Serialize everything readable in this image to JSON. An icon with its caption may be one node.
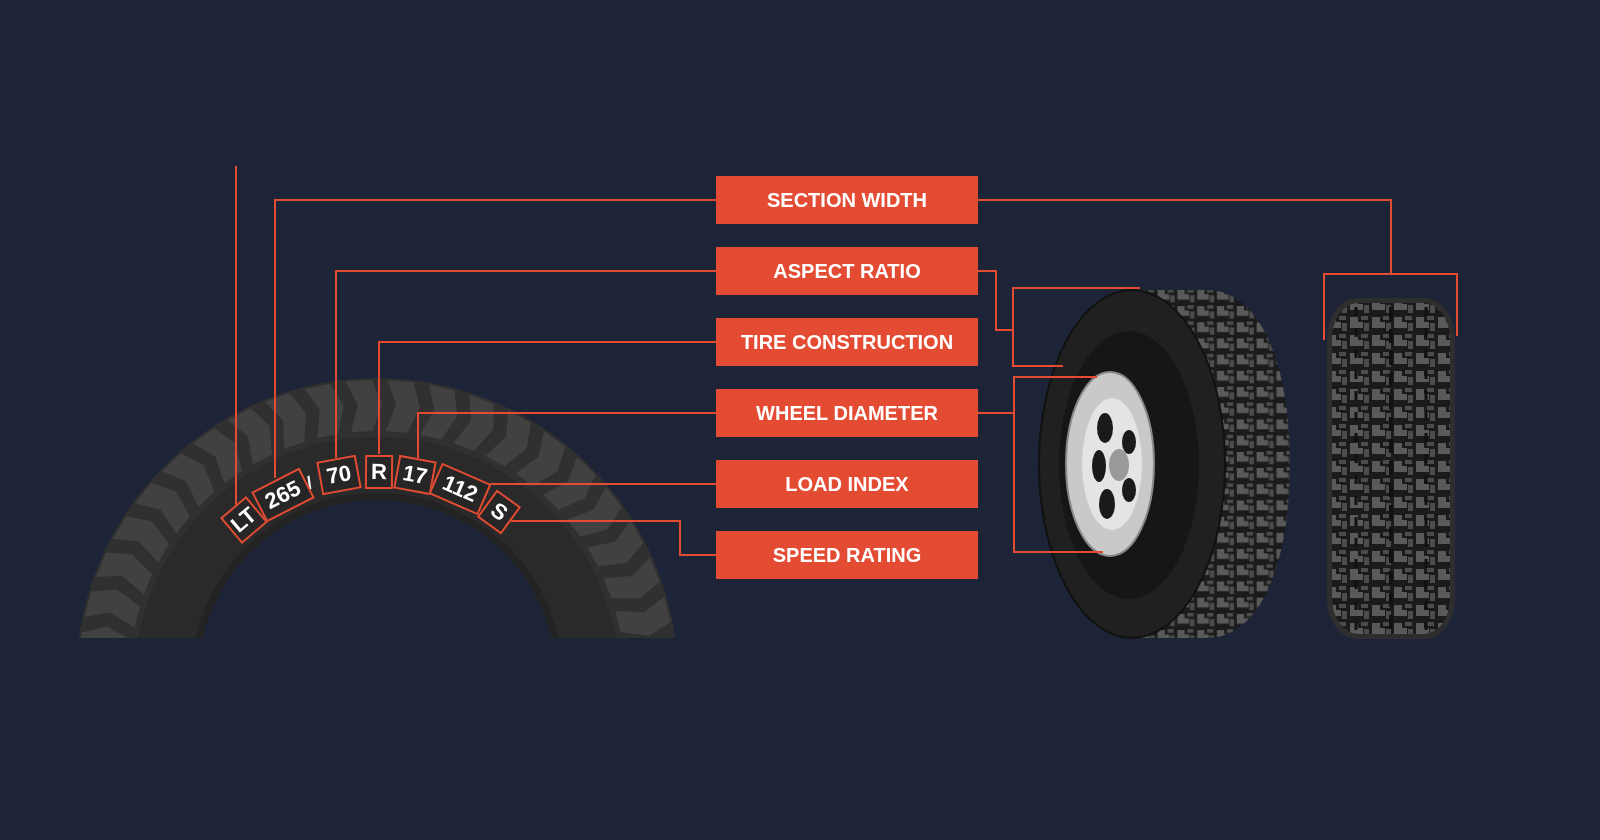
{
  "diagram": {
    "nodes": [
      {
        "text": [
          "LT"
        ]
      },
      {
        "text": [
          "265"
        ]
      },
      {
        "text": [
          "70"
        ]
      },
      {
        "text": [
          "R"
        ]
      },
      {
        "text": [
          "17"
        ]
      },
      {
        "text": [
          "112"
        ]
      },
      {
        "text": [
          "S"
        ]
      },
      {
        "text": [
          "SECTION WIDTH"
        ]
      },
      {
        "text": [
          "ASPECT RATIO"
        ]
      },
      {
        "text": [
          "TIRE CONSTRUCTION"
        ]
      },
      {
        "text": [
          "WHEEL DIAMETER"
        ]
      },
      {
        "text": [
          "LOAD INDEX"
        ]
      },
      {
        "text": [
          "SPEED RATING"
        ]
      },
      {
        "text": [],
        "shape": "picture"
      },
      {
        "text": [],
        "shape": "picture",
        "in": 13
      },
      {
        "text": [],
        "shape": "picture"
      }
    ],
    "edges": [
      {
        "from": 7,
        "to": 1,
        "arrow": "none"
      },
      {
        "from": 7,
        "to": 15,
        "arrow": "none"
      },
      {
        "from": 8,
        "to": 2,
        "arrow": "none"
      },
      {
        "from": 8,
        "to": 13,
        "arrow": "none"
      },
      {
        "from": 9,
        "to": 3,
        "arrow": "none"
      },
      {
        "from": 10,
        "to": 4,
        "arrow": "none"
      },
      {
        "from": 10,
        "to": 14,
        "arrow": "none"
      },
      {
        "from": 11,
        "to": 5,
        "arrow": "none"
      },
      {
        "from": 12,
        "to": 6,
        "arrow": "none"
      },
      {
        "from": 0,
        "to": null,
        "arrow": "none"
      }
    ],
    "labels": [
      "/"
    ]
  }
}
